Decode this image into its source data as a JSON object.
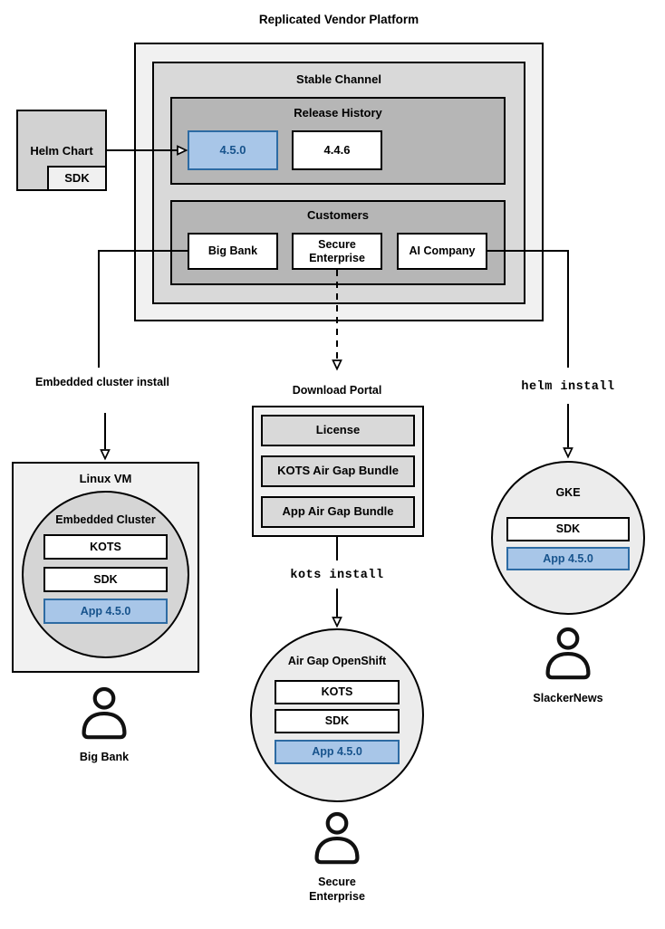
{
  "title": "Replicated Vendor Platform",
  "colors": {
    "highlight_fill": "#a8c6e8",
    "highlight_border": "#2d6ba3",
    "highlight_text": "#17538c",
    "box_lightest": "#f1f1f1",
    "box_mid": "#d9d9d9",
    "box_dark": "#b6b6b6",
    "line": "#000000"
  },
  "platform": {
    "stable_channel": {
      "label": "Stable Channel",
      "release_history": {
        "label": "Release History",
        "releases": [
          {
            "version": "4.5.0",
            "highlighted": true
          },
          {
            "version": "4.4.6",
            "highlighted": false
          }
        ]
      },
      "customers": {
        "label": "Customers",
        "items": [
          "Big Bank",
          "Secure Enterprise",
          "AI Company"
        ]
      }
    }
  },
  "helm_chart": {
    "label": "Helm Chart",
    "sdk": "SDK"
  },
  "arrows": {
    "embedded_install": "Embedded cluster install",
    "kots_install": "kots install",
    "helm_install": "helm install"
  },
  "download_portal": {
    "title": "Download Portal",
    "items": [
      "License",
      "KOTS Air Gap Bundle",
      "App Air Gap Bundle"
    ]
  },
  "linux_vm": {
    "label": "Linux VM",
    "embedded_cluster": {
      "label": "Embedded Cluster",
      "components": [
        "KOTS",
        "SDK"
      ],
      "app": "App 4.5.0"
    }
  },
  "air_gap_openshift": {
    "label": "Air Gap OpenShift",
    "components": [
      "KOTS",
      "SDK"
    ],
    "app": "App 4.5.0"
  },
  "gke": {
    "label": "GKE",
    "components": [
      "SDK"
    ],
    "app": "App 4.5.0"
  },
  "users": {
    "big_bank": "Big Bank",
    "secure_enterprise": "Secure Enterprise",
    "slackernews": "SlackerNews"
  }
}
